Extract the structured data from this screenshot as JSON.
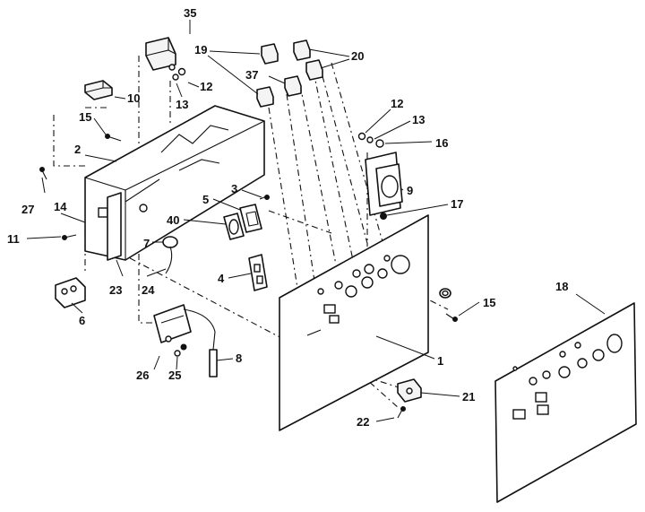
{
  "callouts": {
    "c1": "1",
    "c2": "2",
    "c3": "3",
    "c4": "4",
    "c5": "5",
    "c6": "6",
    "c7": "7",
    "c8": "8",
    "c9": "9",
    "c10": "10",
    "c11": "11",
    "c12a": "12",
    "c12b": "12",
    "c13a": "13",
    "c13b": "13",
    "c14": "14",
    "c15a": "15",
    "c15b": "15",
    "c16": "16",
    "c17": "17",
    "c18": "18",
    "c19": "19",
    "c20": "20",
    "c21": "21",
    "c22": "22",
    "c23": "23",
    "c24": "24",
    "c25": "25",
    "c26": "26",
    "c27": "27",
    "c35": "35",
    "c37": "37",
    "c40": "40"
  }
}
